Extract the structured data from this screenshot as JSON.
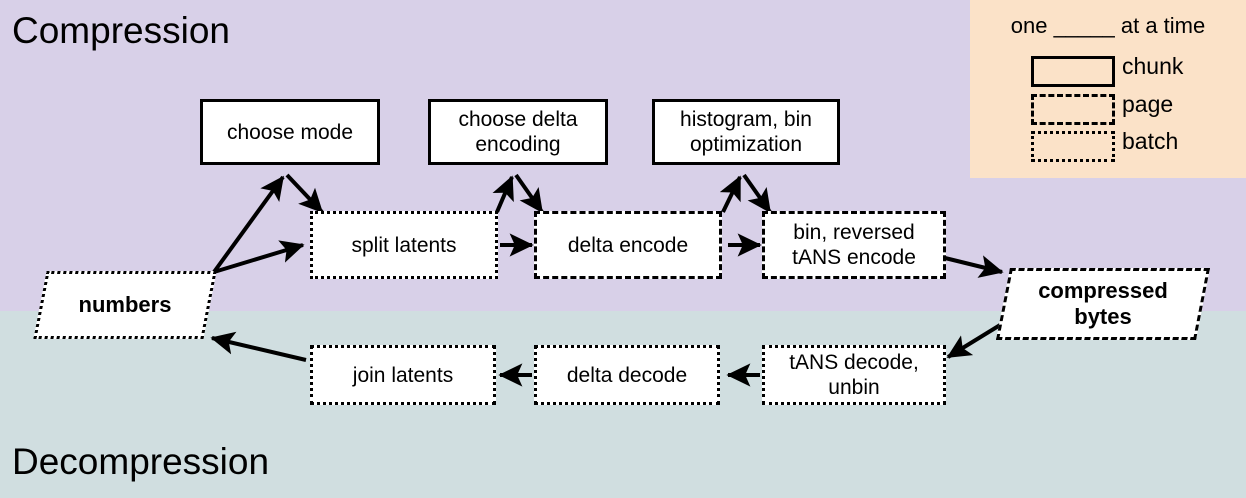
{
  "diagram": {
    "title_compression": "Compression",
    "title_decompression": "Decompression",
    "colors": {
      "compression_band": "#d8d0e8",
      "decompression_band": "#d0dee0",
      "legend_panel": "#fbe2c8",
      "node_fill": "#ffffff",
      "stroke": "#000000"
    }
  },
  "legend": {
    "caption": "one _____ at a time",
    "items": [
      {
        "label": "chunk",
        "style": "solid"
      },
      {
        "label": "page",
        "style": "dashed"
      },
      {
        "label": "batch",
        "style": "dotted"
      }
    ]
  },
  "nodes": {
    "numbers": "numbers",
    "compressed_bytes": "compressed bytes",
    "choose_mode": "choose mode",
    "choose_delta_encoding": "choose delta encoding",
    "histogram_bin_optimization": "histogram, bin optimization",
    "split_latents": "split latents",
    "delta_encode": "delta encode",
    "bin_reversed_tans_encode": "bin, reversed tANS encode",
    "join_latents": "join latents",
    "delta_decode": "delta decode",
    "tans_decode_unbin": "tANS decode, unbin"
  },
  "node_lines": {
    "choose_delta_encoding": [
      "choose delta",
      "encoding"
    ],
    "histogram_bin_optimization": [
      "histogram, bin",
      "optimization"
    ],
    "bin_reversed_tans_encode": [
      "bin, reversed",
      "tANS encode"
    ],
    "tans_decode_unbin": [
      "tANS decode,",
      "unbin"
    ],
    "compressed_bytes": [
      "compressed",
      "bytes"
    ]
  },
  "flow": {
    "compression_edges": [
      "numbers -> split latents",
      "numbers <-> choose mode",
      "choose mode -> split latents",
      "split latents -> delta encode",
      "split latents <-> choose delta encoding",
      "choose delta encoding -> delta encode",
      "delta encode -> bin, reversed tANS encode",
      "delta encode <-> histogram, bin optimization",
      "histogram, bin optimization -> bin, reversed tANS encode",
      "bin, reversed tANS encode -> compressed bytes"
    ],
    "decompression_edges": [
      "compressed bytes -> tANS decode, unbin",
      "tANS decode, unbin -> delta decode",
      "delta decode -> join latents",
      "join latents -> numbers"
    ]
  }
}
